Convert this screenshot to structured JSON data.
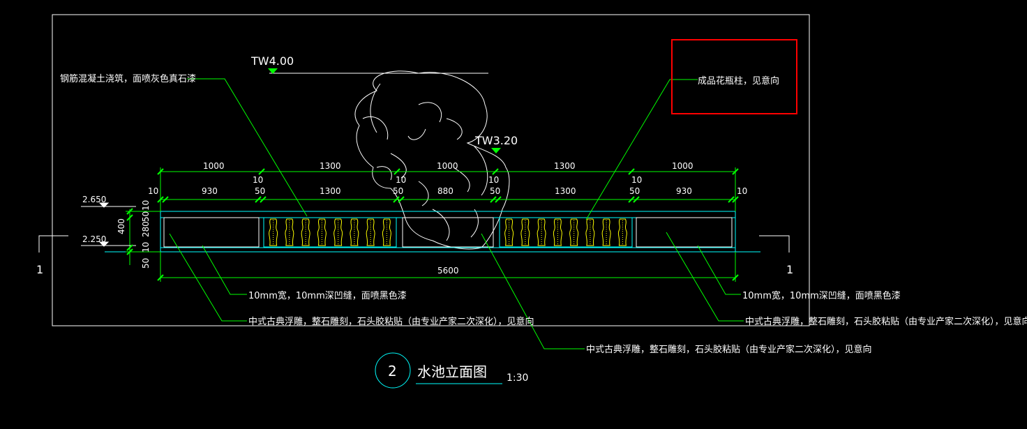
{
  "levels": {
    "tw_top": "TW4.00",
    "tw_mid": "TW3.20",
    "elev_upper": "2.650",
    "elev_lower": "2.250"
  },
  "dims_row1": [
    "1000",
    "1300",
    "1000",
    "1300",
    "1000"
  ],
  "dims_row2": [
    "10",
    "930",
    "10",
    "50",
    "1300",
    "10",
    "50",
    "880",
    "10",
    "50",
    "1300",
    "10",
    "50",
    "930",
    "10"
  ],
  "dims_vertical": [
    "10",
    "50",
    "400",
    "280",
    "10",
    "50"
  ],
  "dim_total": "5600",
  "section_marks": [
    "1",
    "1"
  ],
  "annotations": {
    "concrete": "钢筋混凝土浇筑，面喷灰色真石漆",
    "vase_column": "成品花瓶柱，见意向",
    "groove_left": "10mm宽，10mm深凹缝，面喷黑色漆",
    "groove_right": "10mm宽，10mm深凹缝，面喷黑色漆",
    "relief_left": "中式古典浮雕，整石雕刻，石头胶粘贴（由专业产家二次深化），见意向",
    "relief_center": "中式古典浮雕，整石雕刻，石头胶粘贴（由专业产家二次深化），见意向",
    "relief_right": "中式古典浮雕，整石雕刻，石头胶粘贴（由专业产家二次深化），见意向"
  },
  "title": {
    "number": "2",
    "name": "水池立面图",
    "scale": "1:30"
  },
  "colors": {
    "background": "#000000",
    "frame": "#ffffff",
    "leader": "#00ff00",
    "dimension": "#00ff00",
    "outline": "#00ffff",
    "baluster": "#ffff00",
    "highlight_box": "#ff0000"
  }
}
